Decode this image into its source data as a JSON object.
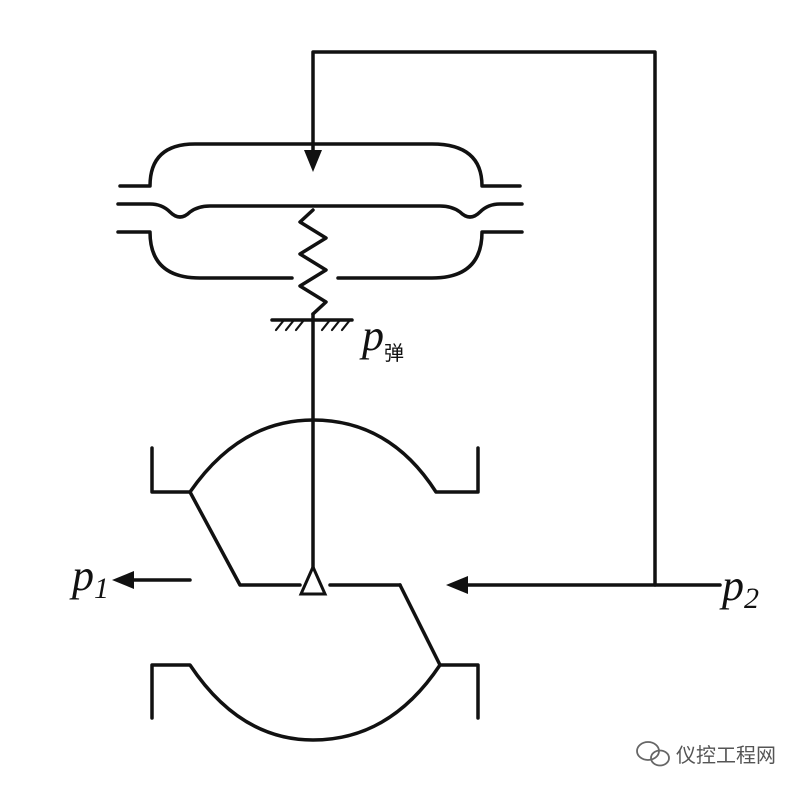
{
  "labels": {
    "p_main": "p",
    "p_sub": "弹",
    "p1_main": "p",
    "p1_sub": "1",
    "p2_main": "p",
    "p2_sub": "2"
  },
  "watermark": {
    "text": "仪控工程网",
    "icon": "wechat-icon"
  },
  "colors": {
    "line": "#111111",
    "background": "#ffffff",
    "watermark": "#555555"
  }
}
